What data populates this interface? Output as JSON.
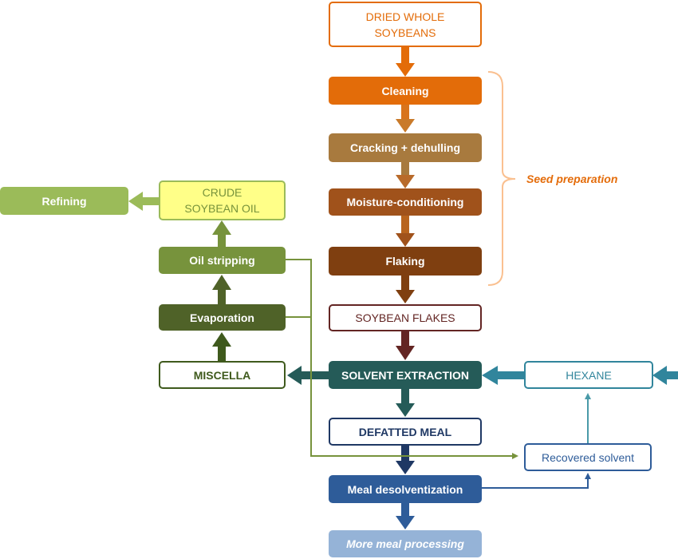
{
  "nodes": {
    "dried_whole_soybeans": "DRIED WHOLE\nSOYBEANS",
    "cleaning": "Cleaning",
    "cracking_dehulling": "Cracking + dehulling",
    "moisture_conditioning": "Moisture-conditioning",
    "flaking": "Flaking",
    "soybean_flakes": "SOYBEAN FLAKES",
    "solvent_extraction": "SOLVENT EXTRACTION",
    "defatted_meal": "DEFATTED MEAL",
    "meal_desolventization": "Meal desolventization",
    "more_meal_processing": "More meal processing",
    "hexane": "HEXANE",
    "recovered_solvent": "Recovered solvent",
    "miscella": "MISCELLA",
    "evaporation": "Evaporation",
    "oil_stripping": "Oil stripping",
    "crude_soybean_oil": "CRUDE\nSOYBEAN OIL",
    "refining": "Refining"
  },
  "annotations": {
    "seed_preparation": "Seed preparation"
  },
  "colors": {
    "orange": "#e36c09",
    "brown_orange": "#b8651b",
    "brown": "#a0521b",
    "dark_brown": "#7f3f10",
    "maroon": "#632523",
    "teal_dark": "#255b58",
    "teal": "#31859c",
    "navy": "#1f3864",
    "blue": "#2e5c99",
    "light_blue": "#95b3d7",
    "olive_dark": "#3f5a1d",
    "olive": "#4f6228",
    "green": "#77933c",
    "yellow_green": "#9bbb59",
    "yellow_fill": "#ffff88"
  }
}
